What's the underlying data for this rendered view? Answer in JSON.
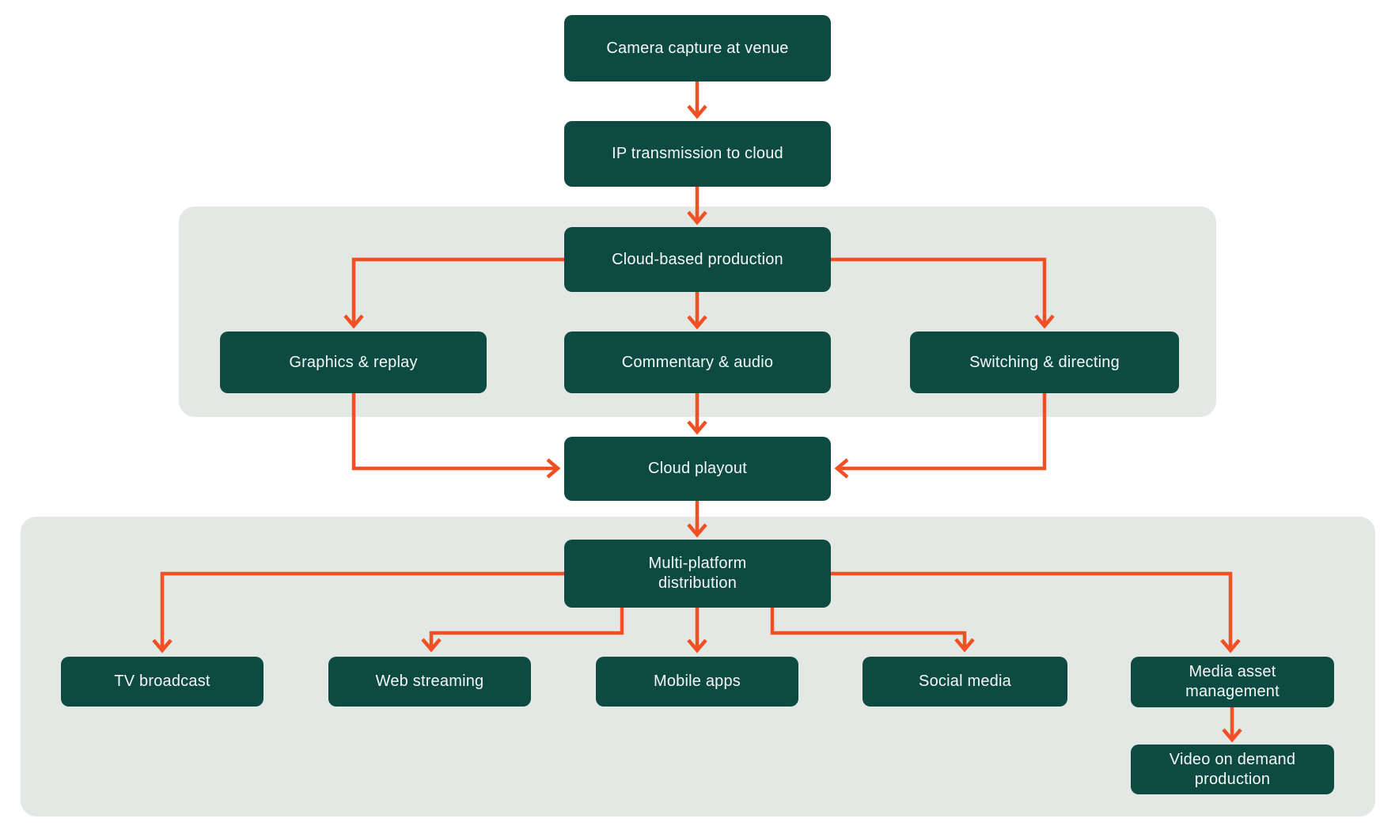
{
  "diagram": {
    "type": "flowchart",
    "description": "Cloud-based live broadcast production workflow",
    "colors": {
      "node_fill": "#0d4a42",
      "node_text": "#f4f8f6",
      "arrow": "#f05023",
      "group_fill": "#e3e8e5",
      "background": "#ffffff"
    },
    "nodes": [
      {
        "id": "camera",
        "label": "Camera capture at venue"
      },
      {
        "id": "ip",
        "label": "IP transmission to cloud"
      },
      {
        "id": "cloudprod",
        "label": "Cloud-based production"
      },
      {
        "id": "graphics",
        "label": "Graphics & replay"
      },
      {
        "id": "commentary",
        "label": "Commentary & audio"
      },
      {
        "id": "switching",
        "label": "Switching & directing"
      },
      {
        "id": "playout",
        "label": "Cloud playout"
      },
      {
        "id": "multi",
        "label": "Multi-platform distribution"
      },
      {
        "id": "tv",
        "label": "TV broadcast"
      },
      {
        "id": "web",
        "label": "Web streaming"
      },
      {
        "id": "mobile",
        "label": "Mobile apps"
      },
      {
        "id": "social",
        "label": "Social media"
      },
      {
        "id": "media",
        "label": "Media asset management"
      },
      {
        "id": "vod",
        "label": "Video on demand production"
      }
    ],
    "edges": [
      {
        "from": "camera",
        "to": "ip"
      },
      {
        "from": "ip",
        "to": "cloudprod"
      },
      {
        "from": "cloudprod",
        "to": "graphics"
      },
      {
        "from": "cloudprod",
        "to": "commentary"
      },
      {
        "from": "cloudprod",
        "to": "switching"
      },
      {
        "from": "graphics",
        "to": "playout"
      },
      {
        "from": "commentary",
        "to": "playout"
      },
      {
        "from": "switching",
        "to": "playout"
      },
      {
        "from": "playout",
        "to": "multi"
      },
      {
        "from": "multi",
        "to": "tv"
      },
      {
        "from": "multi",
        "to": "web"
      },
      {
        "from": "multi",
        "to": "mobile"
      },
      {
        "from": "multi",
        "to": "social"
      },
      {
        "from": "multi",
        "to": "media"
      },
      {
        "from": "media",
        "to": "vod"
      }
    ],
    "groups": [
      {
        "id": "production-group",
        "contains": [
          "cloudprod",
          "graphics",
          "commentary",
          "switching"
        ]
      },
      {
        "id": "distribution-group",
        "contains": [
          "multi",
          "tv",
          "web",
          "mobile",
          "social",
          "media",
          "vod"
        ]
      }
    ]
  }
}
